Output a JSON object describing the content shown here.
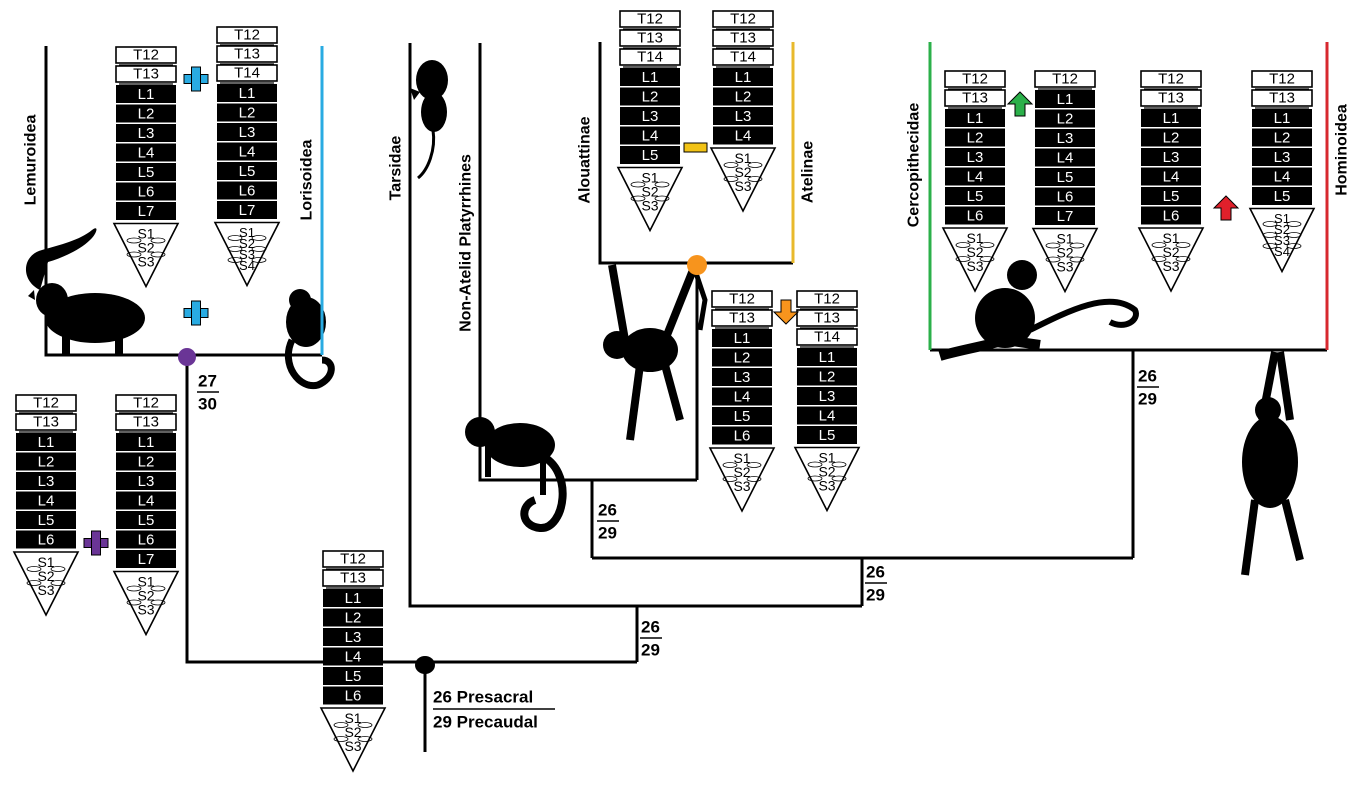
{
  "colors": {
    "line": "#000000",
    "lorisoidea": "#29ABE2",
    "atelinae": "#E8B92C",
    "cercopithecidae": "#2BB04A",
    "hominoidea": "#D7282F",
    "purple": "#6A3596",
    "orange": "#F7941D",
    "green": "#2BB04A",
    "red": "#E0202B",
    "yellow": "#F2C316"
  },
  "clades": {
    "lemuroidea": "Lemuroidea",
    "lorisoidea": "Lorisoidea",
    "tarsidae": "Tarsidae",
    "non_atelid": "Non-Atelid Platyrrhines",
    "alouattinae": "Alouattinae",
    "atelinae": "Atelinae",
    "cercopithecidae": "Cercopithecidae",
    "hominoidea": "Hominoidea"
  },
  "node_counts": {
    "strepsirrhine": {
      "presacral": "27",
      "precaudal": "30"
    },
    "atelid": {
      "presacral": "26",
      "precaudal": "29"
    },
    "anthropoid": {
      "presacral": "26",
      "precaudal": "29"
    },
    "haplorhine": {
      "presacral": "26",
      "precaudal": "29"
    },
    "catarrhine": {
      "presacral": "26",
      "precaudal": "29"
    }
  },
  "root_label": {
    "presacral": "26 Presacral",
    "precaudal": "29 Precaudal"
  },
  "change_symbols": {
    "plus": "plus-icon",
    "minus": "minus-icon",
    "up": "arrow-up-icon",
    "down": "arrow-down-icon"
  },
  "vertebral_columns": [
    {
      "id": "root",
      "thoracic": [
        "T12",
        "T13"
      ],
      "lumbar": [
        "L1",
        "L2",
        "L3",
        "L4",
        "L5",
        "L6"
      ],
      "sacral": [
        "S1",
        "S2",
        "S3"
      ]
    },
    {
      "id": "strep-ancestor",
      "thoracic": [
        "T12",
        "T13"
      ],
      "lumbar": [
        "L1",
        "L2",
        "L3",
        "L4",
        "L5",
        "L6"
      ],
      "sacral": [
        "S1",
        "S2",
        "S3"
      ]
    },
    {
      "id": "strep-node",
      "thoracic": [
        "T12",
        "T13"
      ],
      "lumbar": [
        "L1",
        "L2",
        "L3",
        "L4",
        "L5",
        "L6",
        "L7"
      ],
      "sacral": [
        "S1",
        "S2",
        "S3"
      ]
    },
    {
      "id": "lemuroidea",
      "thoracic": [
        "T12",
        "T13"
      ],
      "lumbar": [
        "L1",
        "L2",
        "L3",
        "L4",
        "L5",
        "L6",
        "L7"
      ],
      "sacral": [
        "S1",
        "S2",
        "S3"
      ]
    },
    {
      "id": "lorisoidea",
      "thoracic": [
        "T12",
        "T13",
        "T14"
      ],
      "lumbar": [
        "L1",
        "L2",
        "L3",
        "L4",
        "L5",
        "L6",
        "L7"
      ],
      "sacral": [
        "S1",
        "S2",
        "S3",
        "S4"
      ]
    },
    {
      "id": "alouattinae",
      "thoracic": [
        "T12",
        "T13",
        "T14"
      ],
      "lumbar": [
        "L1",
        "L2",
        "L3",
        "L4",
        "L5"
      ],
      "sacral": [
        "S1",
        "S2",
        "S3"
      ]
    },
    {
      "id": "atelinae",
      "thoracic": [
        "T12",
        "T13",
        "T14"
      ],
      "lumbar": [
        "L1",
        "L2",
        "L3",
        "L4"
      ],
      "sacral": [
        "S1",
        "S2",
        "S3"
      ]
    },
    {
      "id": "atelid-ancestor",
      "thoracic": [
        "T12",
        "T13"
      ],
      "lumbar": [
        "L1",
        "L2",
        "L3",
        "L4",
        "L5",
        "L6"
      ],
      "sacral": [
        "S1",
        "S2",
        "S3"
      ]
    },
    {
      "id": "atelid-node",
      "thoracic": [
        "T12",
        "T13",
        "T14"
      ],
      "lumbar": [
        "L1",
        "L2",
        "L3",
        "L4",
        "L5"
      ],
      "sacral": [
        "S1",
        "S2",
        "S3"
      ]
    },
    {
      "id": "cerco-ancestor",
      "thoracic": [
        "T12",
        "T13"
      ],
      "lumbar": [
        "L1",
        "L2",
        "L3",
        "L4",
        "L5",
        "L6"
      ],
      "sacral": [
        "S1",
        "S2",
        "S3"
      ]
    },
    {
      "id": "cercopithecidae",
      "thoracic": [
        "T12"
      ],
      "lumbar": [
        "L1",
        "L2",
        "L3",
        "L4",
        "L5",
        "L6",
        "L7"
      ],
      "sacral": [
        "S1",
        "S2",
        "S3"
      ]
    },
    {
      "id": "hominoid-ancestor",
      "thoracic": [
        "T12",
        "T13"
      ],
      "lumbar": [
        "L1",
        "L2",
        "L3",
        "L4",
        "L5",
        "L6"
      ],
      "sacral": [
        "S1",
        "S2",
        "S3"
      ]
    },
    {
      "id": "hominoidea",
      "thoracic": [
        "T12",
        "T13"
      ],
      "lumbar": [
        "L1",
        "L2",
        "L3",
        "L4",
        "L5"
      ],
      "sacral": [
        "S1",
        "S2",
        "S3",
        "S4"
      ]
    }
  ],
  "silhouettes": [
    "lemur-silhouette",
    "loris-silhouette",
    "tarsier-silhouette",
    "capuchin-silhouette",
    "spider-monkey-silhouette",
    "macaque-silhouette",
    "gibbon-silhouette"
  ]
}
